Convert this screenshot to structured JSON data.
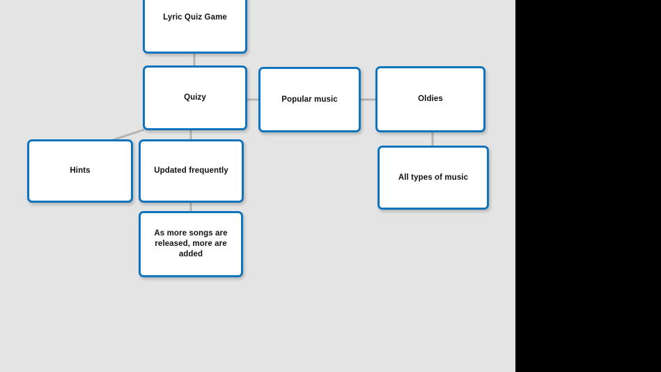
{
  "canvas": {
    "background_color": "#e4e4e4",
    "panel_color": "#000000",
    "node_border_color": "#1074bd",
    "node_fill_color": "#ffffff",
    "connector_color": "#b3b3b3"
  },
  "diagram": {
    "type": "mind-map",
    "nodes": [
      {
        "id": "root",
        "label": "Lyric Quiz Game"
      },
      {
        "id": "quizy",
        "label": "Quizy"
      },
      {
        "id": "popular",
        "label": "Popular music"
      },
      {
        "id": "oldies",
        "label": "Oldies"
      },
      {
        "id": "hints",
        "label": "Hints"
      },
      {
        "id": "updated",
        "label": "Updated frequently"
      },
      {
        "id": "alltypes",
        "label": "All types of music"
      },
      {
        "id": "moresongs",
        "label": "As more songs are\nreleased, more are\nadded"
      }
    ]
  }
}
